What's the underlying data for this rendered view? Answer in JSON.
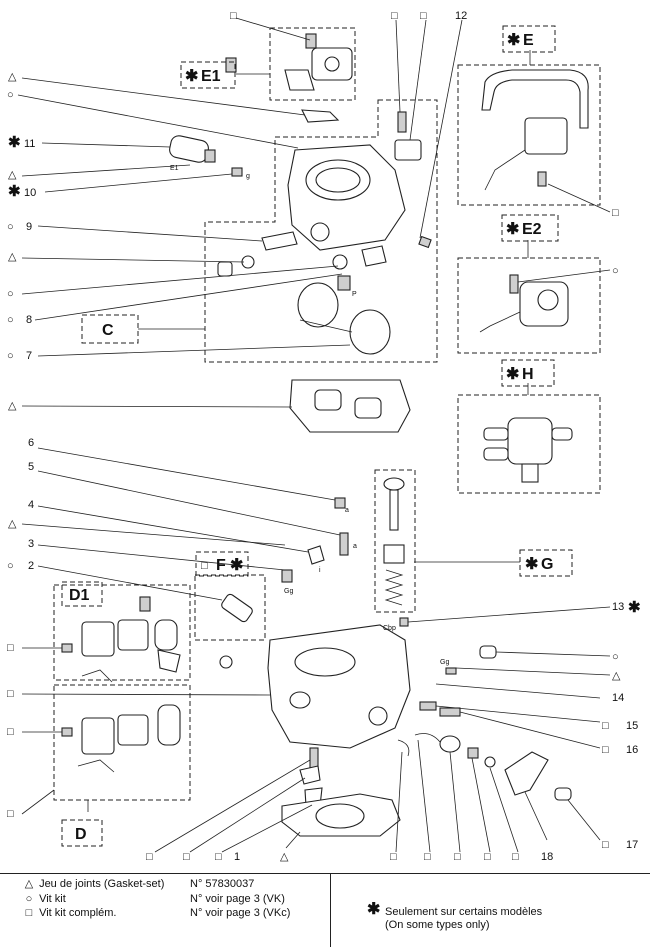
{
  "symbols": {
    "triangle": "△",
    "circle": "○",
    "square": "□",
    "star": "✱"
  },
  "callouts": {
    "n12": "12",
    "n11": "11",
    "n10": "10",
    "n9": "9",
    "n8": "8",
    "n7": "7",
    "n6": "6",
    "n5": "5",
    "n4": "4",
    "n3": "3",
    "n2": "2",
    "n13": "13",
    "n14": "14",
    "n15": "15",
    "n16": "16",
    "n17": "17",
    "n18": "18",
    "n1": "1"
  },
  "groups": {
    "E1": "E1",
    "E": "E",
    "E2": "E2",
    "H": "H",
    "C": "C",
    "F": "F",
    "G": "G",
    "D1": "D1",
    "D": "D"
  },
  "small_marks": {
    "e1": "E1",
    "g": "g",
    "p": "P",
    "a1": "a",
    "a2": "a",
    "i": "i",
    "gg1": "Gg",
    "gg2": "Gg",
    "cbp": "Cbp"
  },
  "legend": {
    "gasket_label": "Jeu de joints (Gasket-set)",
    "gasket_ref": "N° 57830037",
    "vit_label": "Vit kit",
    "vit_ref": "N° voir page 3 (VK)",
    "vitc_label": "Vit kit complém.",
    "vitc_ref": "N° voir page 3 (VKc)",
    "note_fr": "Seulement sur certains modèles",
    "note_en": "(On some types only)"
  }
}
